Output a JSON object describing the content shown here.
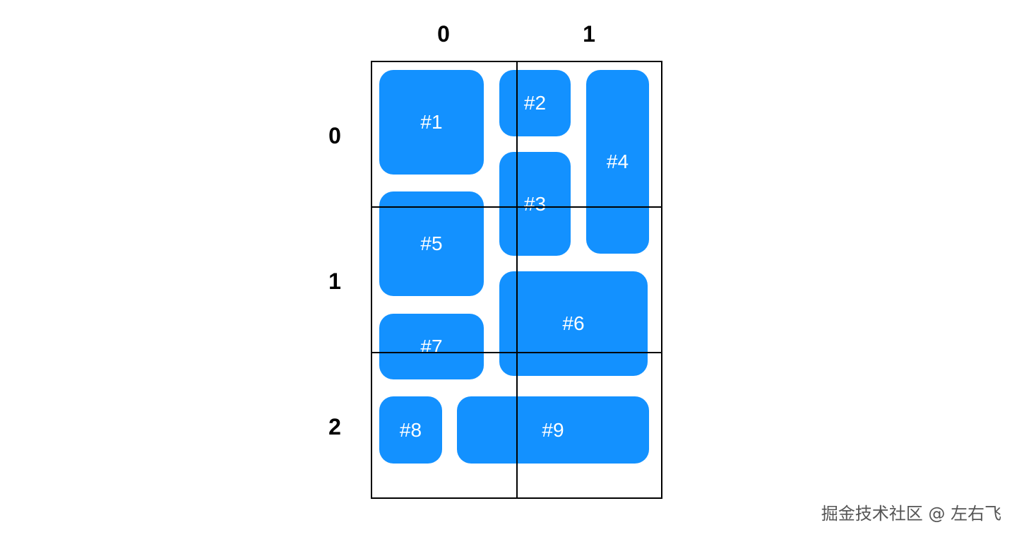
{
  "column_labels": [
    "0",
    "1"
  ],
  "row_labels": [
    "0",
    "1",
    "2"
  ],
  "colors": {
    "item_fill": "#1391FF",
    "item_text": "#FFFFFF",
    "grid_line": "#000000",
    "label_text": "#000000"
  },
  "items": [
    {
      "label": "#1"
    },
    {
      "label": "#2"
    },
    {
      "label": "#3"
    },
    {
      "label": "#4"
    },
    {
      "label": "#5"
    },
    {
      "label": "#6"
    },
    {
      "label": "#7"
    },
    {
      "label": "#8"
    },
    {
      "label": "#9"
    }
  ],
  "watermark": "掘金技术社区 @ 左右飞"
}
